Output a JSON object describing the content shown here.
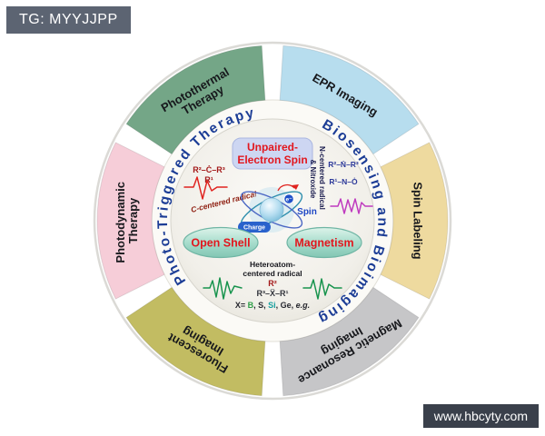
{
  "badges": {
    "tg": "TG: MYYJJPP",
    "site": "www.hbcyty.com"
  },
  "ring": {
    "segments": [
      {
        "name": "photothermal-therapy",
        "lines": [
          "Photothermal",
          "Therapy"
        ],
        "color": "#74a687"
      },
      {
        "name": "epr-imaging",
        "lines": [
          "EPR Imaging"
        ],
        "color": "#b7ddee"
      },
      {
        "name": "spin-labeling",
        "lines": [
          "Spin Labeling"
        ],
        "color": "#eeda9f"
      },
      {
        "name": "magnetic-resonance-imaging",
        "lines": [
          "Magnetic Resonance",
          "Imaging"
        ],
        "color": "#c6c6c8"
      },
      {
        "name": "fluorescent-imaging",
        "lines": [
          "Fluorescent",
          "Imaging"
        ],
        "color": "#c2bc62"
      },
      {
        "name": "photodynamic-therapy",
        "lines": [
          "Photodynamic",
          "Therapy"
        ],
        "color": "#f6cdd8"
      }
    ],
    "arc_labels": {
      "left": "Photo-Triggered Therapy",
      "right": "Biosensing and Bioimaging",
      "color": "#1c3d96"
    }
  },
  "center": {
    "unpaired": {
      "line1": "Unpaired-",
      "line2": "Electron Spin"
    },
    "open_shell": "Open Shell",
    "magnetism": "Magnetism",
    "atom": {
      "electron": "e⁻",
      "spin": "Spin",
      "charge": "Charge"
    },
    "carbon_radical": {
      "row1": "R²–Ċ–R³",
      "row2": "R¹",
      "caption": "C-centered radical"
    },
    "nitrogen_radical": {
      "caption1": "N-centered radical",
      "caption2": "& Nitroxide",
      "row1": "R²–Ṅ–R³",
      "row2": "R¹–N–Ȯ"
    },
    "heteroatom_radical": {
      "caption1": "Heteroatom-",
      "caption2": "centered radical",
      "row1": "R²",
      "row2": "R³–Ẍ–R¹"
    },
    "legend": {
      "parts": [
        {
          "t": "X= "
        },
        {
          "t": "B"
        },
        {
          "t": ", S, "
        },
        {
          "t": "Si"
        },
        {
          "t": ", Ge, "
        },
        {
          "t": "e.g."
        }
      ]
    }
  },
  "colors": {
    "red_accent": "#e2171e",
    "signal_red": "#e0231f",
    "signal_magenta": "#bf3abf",
    "signal_green": "#17934d",
    "arc_text_blue": "#1c3d96"
  }
}
